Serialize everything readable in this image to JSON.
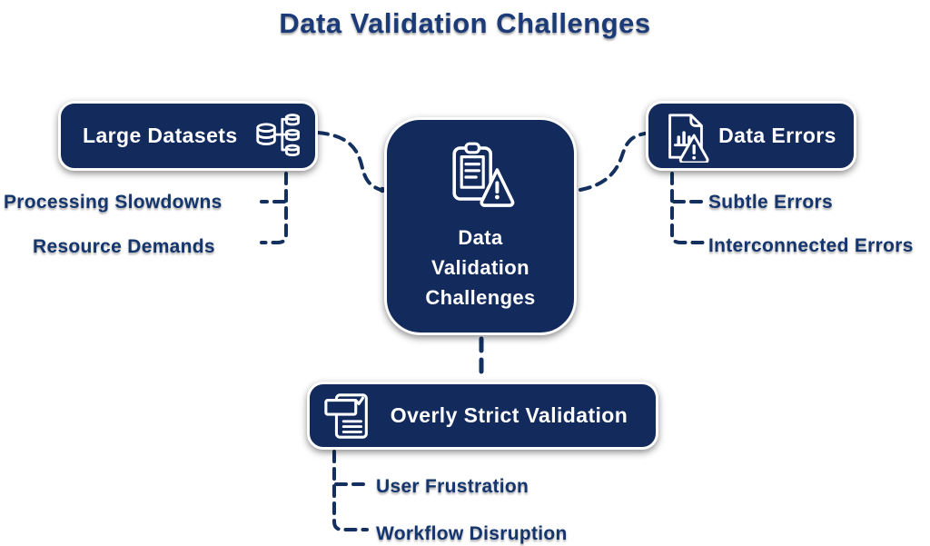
{
  "title": "Data Validation Challenges",
  "colors": {
    "background": "#ffffff",
    "node_fill": "#122a5c",
    "node_border": "#ffffff",
    "node_text": "#ffffff",
    "title_text": "#1a3a78",
    "sub_label_text": "#14356e",
    "connector": "#13305f"
  },
  "center_node": {
    "icon": "clipboard-warning-icon",
    "lines": [
      "Data",
      "Validation",
      "Challenges"
    ]
  },
  "branches": {
    "large_datasets": {
      "label": "Large Datasets",
      "icon": "database-network-icon",
      "children": [
        "Processing Slowdowns",
        "Resource Demands"
      ]
    },
    "data_errors": {
      "label": "Data Errors",
      "icon": "file-chart-warning-icon",
      "children": [
        "Subtle Errors",
        "Interconnected Errors"
      ]
    },
    "overly_strict": {
      "label": "Overly Strict Validation",
      "icon": "form-checklist-icon",
      "children": [
        "User Frustration",
        "Workflow Disruption"
      ]
    }
  }
}
